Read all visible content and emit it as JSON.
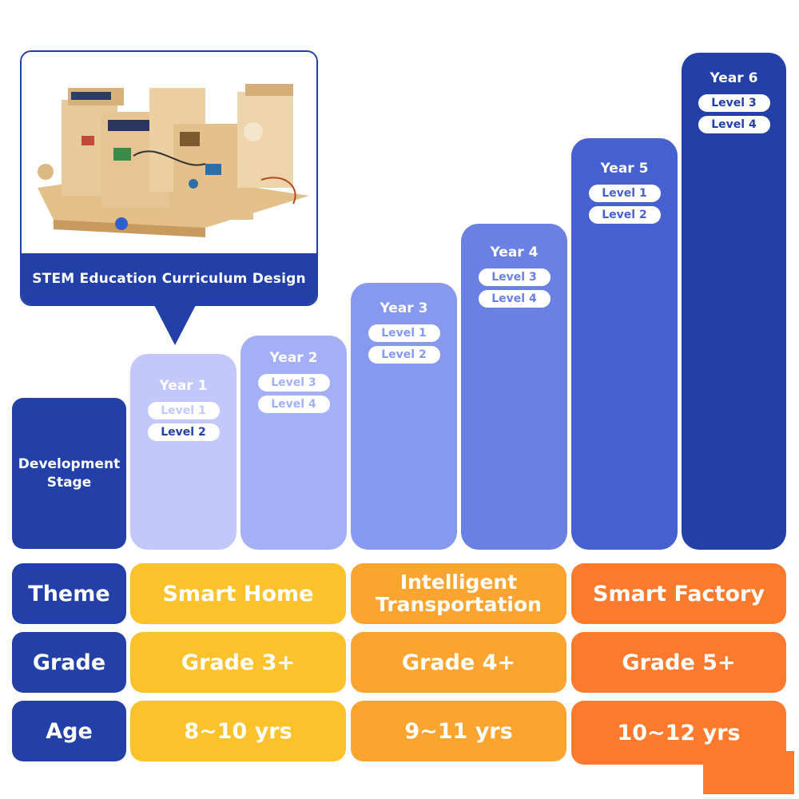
{
  "callout": {
    "caption": "STEM Education Curriculum Design",
    "photo_alt": "wooden STEM kit models"
  },
  "stage_label": "Development Stage",
  "years": [
    {
      "label": "Year 1",
      "levels": [
        "Level 1",
        "Level 2"
      ],
      "color": "#c2c9fa"
    },
    {
      "label": "Year 2",
      "levels": [
        "Level 3",
        "Level 4"
      ],
      "color": "#a3b0f5"
    },
    {
      "label": "Year 3",
      "levels": [
        "Level 1",
        "Level 2"
      ],
      "color": "#8799ee"
    },
    {
      "label": "Year 4",
      "levels": [
        "Level 3",
        "Level 4"
      ],
      "color": "#6a80e3"
    },
    {
      "label": "Year 5",
      "levels": [
        "Level 1",
        "Level 2"
      ],
      "color": "#4660cf"
    },
    {
      "label": "Year 6",
      "levels": [
        "Level 3",
        "Level 4"
      ],
      "color": "#2340a8"
    }
  ],
  "rows": {
    "theme": {
      "label": "Theme",
      "values": [
        "Smart Home",
        "Intelligent Transportation",
        "Smart Factory"
      ]
    },
    "grade": {
      "label": "Grade",
      "values": [
        "Grade 3+",
        "Grade 4+",
        "Grade 5+"
      ]
    },
    "age": {
      "label": "Age",
      "values": [
        "8~10 yrs",
        "9~11 yrs",
        "10~12 yrs"
      ]
    }
  },
  "colors": {
    "navy": "#2340a8",
    "yellow": "#fcc22b",
    "amber": "#fca430",
    "orange": "#fc7a2e"
  }
}
